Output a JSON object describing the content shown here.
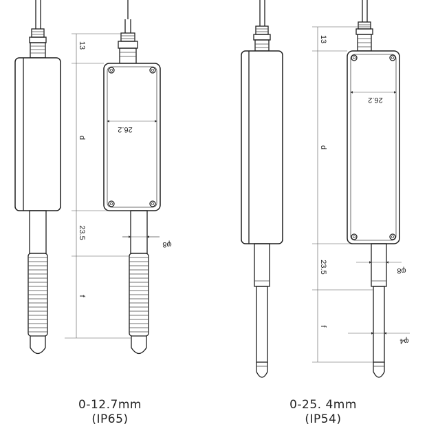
{
  "left_sensor": {
    "range_label": "0-12.7mm",
    "rating_label": "(IP65)",
    "dims": {
      "top": "13",
      "body": "d",
      "width": "26.2",
      "stem": "23.5",
      "travel": "f",
      "diameter": "φ8"
    }
  },
  "right_sensor": {
    "range_label": "0-25. 4mm",
    "rating_label": "(IP54)",
    "dims": {
      "top": "13",
      "body": "d",
      "width": "26.2",
      "stem": "23.5",
      "travel": "f",
      "diameter_upper": "φ8",
      "diameter_lower": "φ4"
    }
  }
}
